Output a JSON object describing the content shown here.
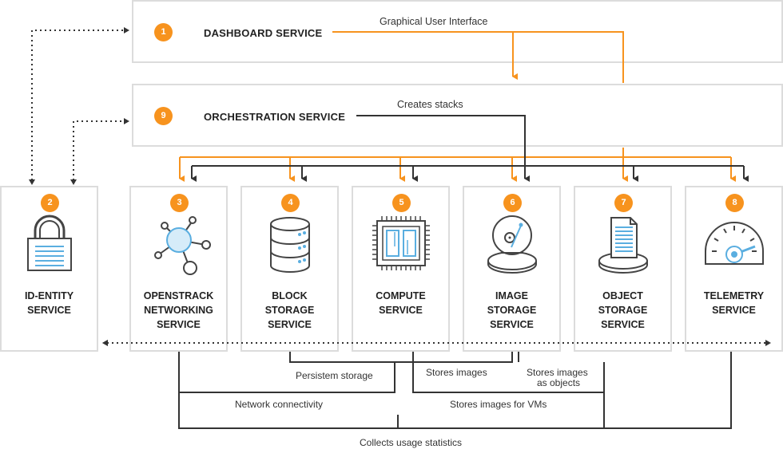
{
  "top_services": {
    "dashboard": {
      "number": "1",
      "title": "DASHBOARD SERVICE"
    },
    "orchestration": {
      "number": "9",
      "title": "ORCHESTRATION SERVICE"
    }
  },
  "services": [
    {
      "number": "2",
      "lines": [
        "ID-ENTITY",
        "SERVICE"
      ],
      "icon": "lock-icon"
    },
    {
      "number": "3",
      "lines": [
        "OPENSTRACK",
        "NETWORKING",
        "SERVICE"
      ],
      "icon": "network-icon"
    },
    {
      "number": "4",
      "lines": [
        "BLOCK",
        "STORAGE",
        "SERVICE"
      ],
      "icon": "database-icon"
    },
    {
      "number": "5",
      "lines": [
        "COMPUTE",
        "SERVICE"
      ],
      "icon": "cpu-chip-icon"
    },
    {
      "number": "6",
      "lines": [
        "IMAGE",
        "STORAGE",
        "SERVICE"
      ],
      "icon": "disk-image-icon"
    },
    {
      "number": "7",
      "lines": [
        "OBJECT",
        "STORAGE",
        "SERVICE"
      ],
      "icon": "document-stack-icon"
    },
    {
      "number": "8",
      "lines": [
        "TELEMETRY",
        "SERVICE"
      ],
      "icon": "gauge-icon"
    }
  ],
  "labels": {
    "gui": "Graphical User Interface",
    "creates_stacks": "Creates stacks",
    "persistent_storage": "Persistem storage",
    "stores_images": "Stores images",
    "stores_images_objects_1": "Stores images",
    "stores_images_objects_2": "as objects",
    "network_connectivity": "Network connectivity",
    "stores_images_vms": "Stores images for VMs",
    "collects_usage": "Collects usage statistics"
  },
  "colors": {
    "accent": "#f7931e",
    "icon_blue": "#5aaee0",
    "line_dark": "#333333",
    "border": "#dcdcdc"
  }
}
